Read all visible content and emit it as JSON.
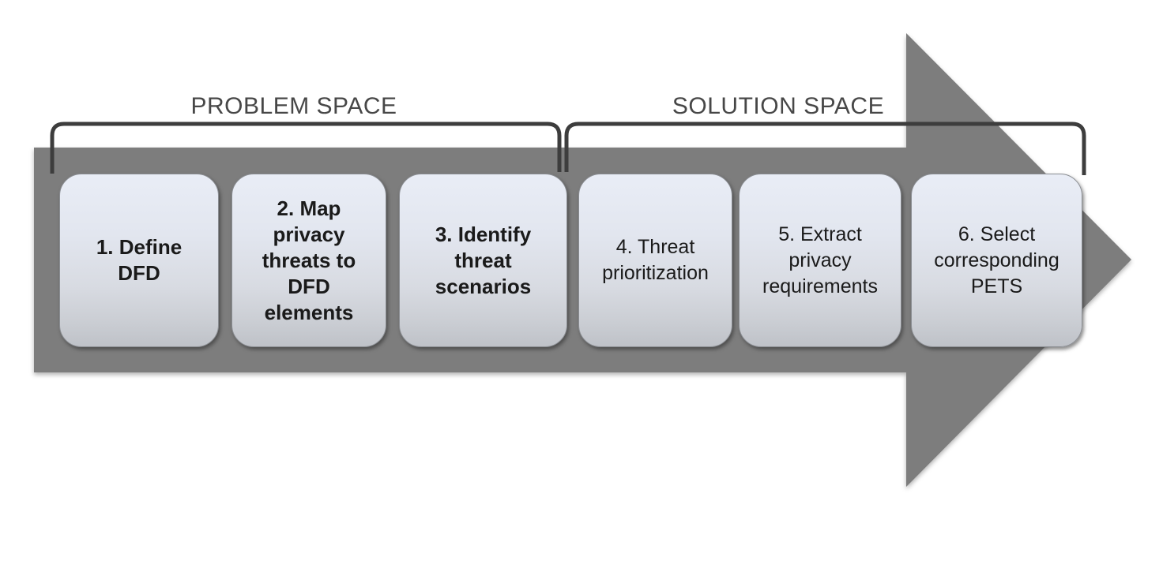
{
  "diagram": {
    "title_implicit": "LINDDUN privacy threat modeling process",
    "problem_space_label": "PROBLEM SPACE",
    "solution_space_label": "SOLUTION SPACE",
    "steps": [
      {
        "label": "1. Define DFD",
        "space": "problem",
        "emphasis": "bold"
      },
      {
        "label": "2. Map privacy threats to DFD elements",
        "space": "problem",
        "emphasis": "bold"
      },
      {
        "label": "3. Identify threat scenarios",
        "space": "problem",
        "emphasis": "bold"
      },
      {
        "label": "4. Threat prioritization",
        "space": "solution",
        "emphasis": "regular"
      },
      {
        "label": "5. Extract privacy requirements",
        "space": "solution",
        "emphasis": "regular"
      },
      {
        "label": "6. Select corresponding PETS",
        "space": "solution",
        "emphasis": "regular"
      }
    ],
    "colors": {
      "arrow_fill": "#7d7d7d",
      "bracket_stroke": "#3d3d3d",
      "space_label_text": "#474747",
      "box_text": "#1a1a1a",
      "box_gradient_top": "#e9edf6",
      "box_gradient_bottom": "#bfc2c8",
      "box_border": "#8a8d92",
      "background": "#ffffff"
    }
  }
}
